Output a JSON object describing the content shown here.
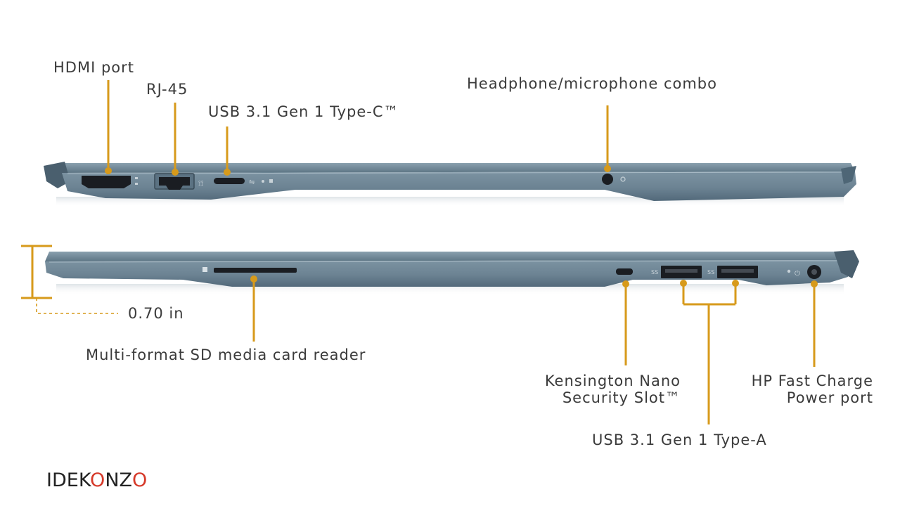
{
  "labels": {
    "hdmi": "HDMI port",
    "rj45": "RJ-45",
    "usbc": "USB 3.1 Gen 1 Type-C™",
    "headphone": "Headphone/microphone combo",
    "thickness": "0.70 in",
    "sd_reader": "Multi-format SD media card reader",
    "kensington_line1": "Kensington Nano",
    "kensington_line2": "Security Slot™",
    "power_line1": "HP Fast Charge",
    "power_line2": "Power port",
    "usba": "USB  3.1 Gen 1 Type-A"
  },
  "logo": {
    "part1": "IDEK",
    "part2": "O",
    "part3": "NZ",
    "part4": "O"
  },
  "colors": {
    "callout": "#d79a1b",
    "chassis": "#6f8797",
    "chassis_dark": "#4e6676",
    "port": "#1a1d22"
  }
}
